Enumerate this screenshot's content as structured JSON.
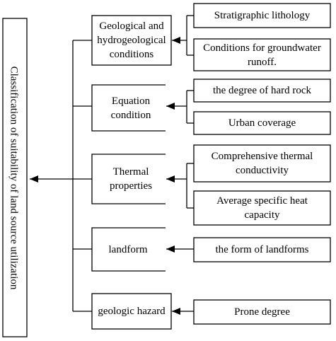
{
  "root": {
    "label": "Classification of suitability of land source utilization"
  },
  "categories": [
    {
      "label": "Geological and hydrogeological conditions",
      "factors": [
        "Stratigraphic lithology",
        "Conditions for groundwater runoff."
      ]
    },
    {
      "label": "Equation condition",
      "factors": [
        "the degree of hard rock",
        "Urban coverage"
      ]
    },
    {
      "label": "Thermal properties",
      "factors": [
        "Comprehensive thermal conductivity",
        "Average specific heat capacity"
      ]
    },
    {
      "label": "landform",
      "factors": [
        "the form of landforms"
      ]
    },
    {
      "label": "geologic hazard",
      "factors": [
        "Prone degree"
      ]
    }
  ]
}
